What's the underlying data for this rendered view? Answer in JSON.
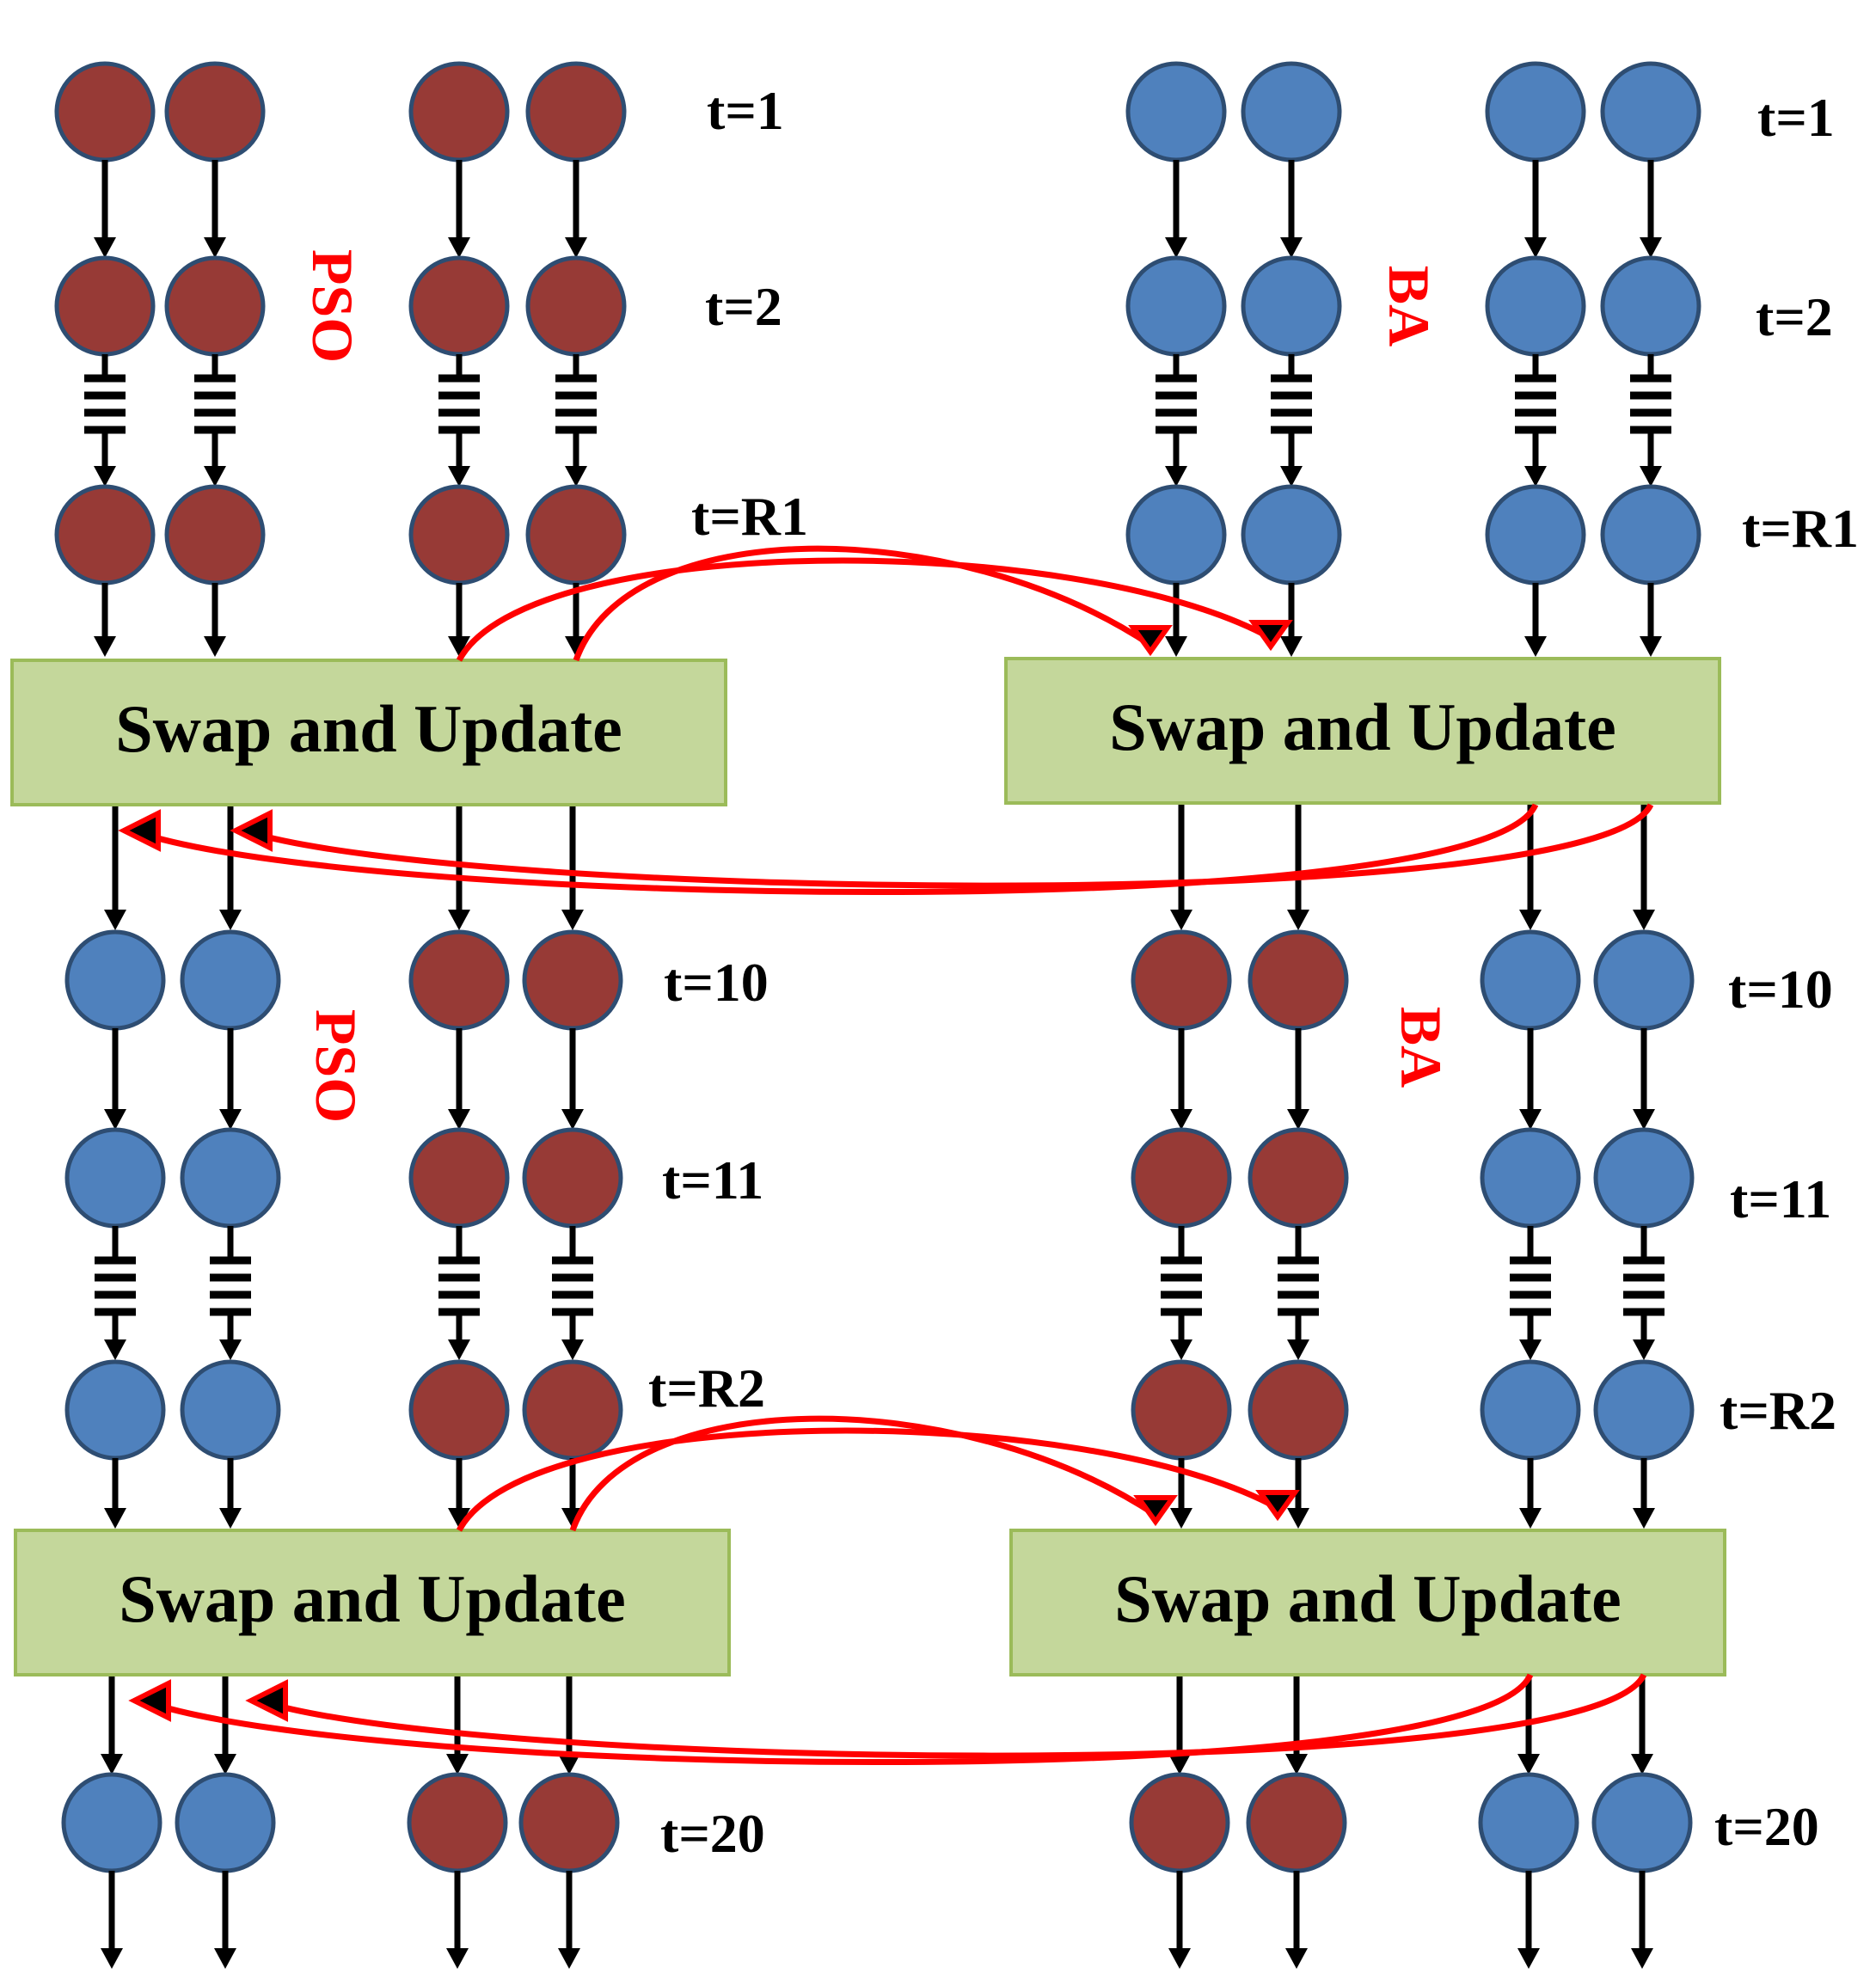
{
  "colors": {
    "pso_node": "#973a36",
    "ba_node": "#4f81bd",
    "node_border": "#2e4d72",
    "swap_box_fill": "#c4d79b",
    "swap_box_border": "#9bbb59",
    "exchange_arrow": "#ff0000",
    "flow_arrow": "#000000",
    "algo_label": "#ff0000"
  },
  "phases": [
    {
      "left_group_label": "PSO",
      "right_group_label": "BA",
      "left_times": [
        "t=1",
        "t=2",
        "t=R1"
      ],
      "right_times": [
        "t=1",
        "t=2",
        "t=R1"
      ],
      "left_box": "Swap and Update",
      "right_box": "Swap and Update"
    },
    {
      "left_group_label": "PSO",
      "right_group_label": "BA",
      "left_times": [
        "t=10",
        "t=11",
        "t=R2"
      ],
      "right_times": [
        "t=10",
        "t=11",
        "t=R2"
      ],
      "left_box": "Swap and Update",
      "right_box": "Swap and Update"
    }
  ],
  "final": {
    "left_time": "t=20",
    "right_time": "t=20"
  },
  "columns": [
    {
      "algo": "pso",
      "phase1": "pso",
      "phase2": "ba"
    },
    {
      "algo": "pso",
      "phase1": "pso",
      "phase2": "ba"
    },
    {
      "algo": "pso",
      "phase1": "pso",
      "phase2": "pso"
    },
    {
      "algo": "pso",
      "phase1": "pso",
      "phase2": "pso"
    },
    {
      "algo": "ba",
      "phase1": "ba",
      "phase2": "pso"
    },
    {
      "algo": "ba",
      "phase1": "ba",
      "phase2": "pso"
    },
    {
      "algo": "ba",
      "phase1": "ba",
      "phase2": "ba"
    },
    {
      "algo": "ba",
      "phase1": "ba",
      "phase2": "ba"
    }
  ]
}
